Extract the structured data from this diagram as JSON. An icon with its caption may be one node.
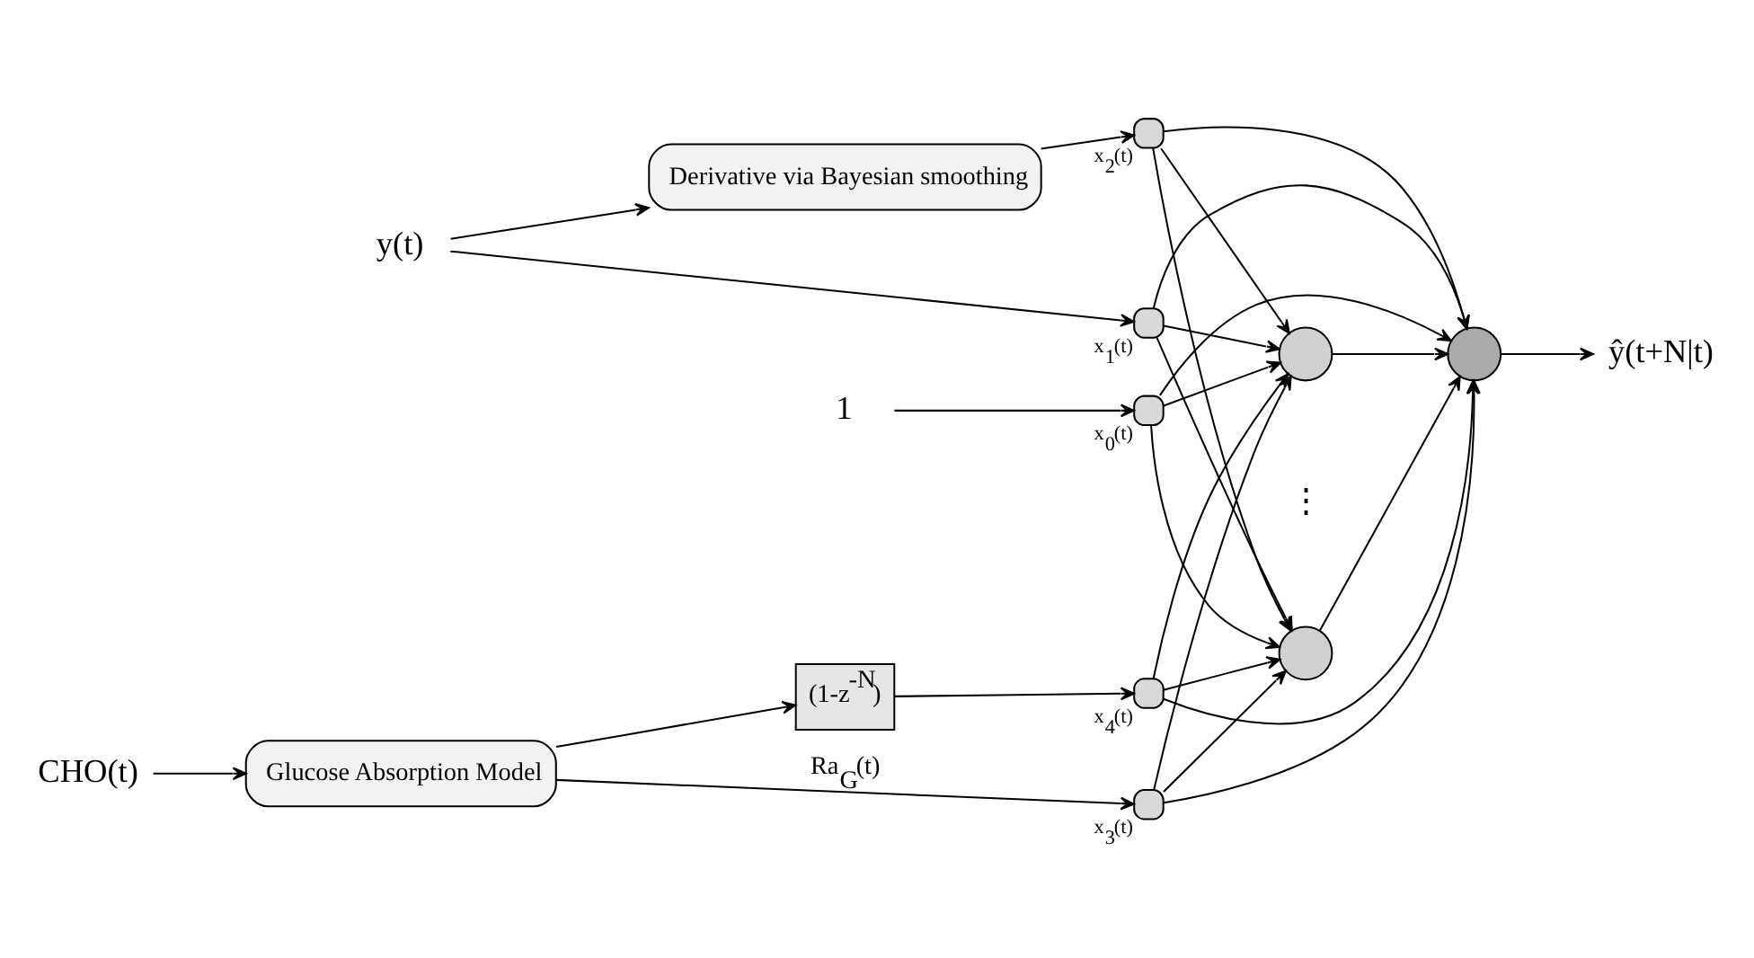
{
  "diagram": {
    "nodes": [
      {
        "text": [
          "1"
        ]
      },
      {
        "text": [
          "y(t)"
        ]
      },
      {
        "text": [
          "Derivative via Bayesian smoothing"
        ]
      },
      {
        "text": [
          "CHO(t)"
        ]
      },
      {
        "text": [
          "Glucose Absorption Model"
        ]
      },
      {
        "text": [
          "(1-z$^{-N}$)"
        ]
      },
      {
        "text": [],
        "shape": "box",
        "beside": [
          "x$_{0}$(t)"
        ]
      },
      {
        "text": [],
        "shape": "box",
        "beside": [
          "x$_{1}$(t)"
        ]
      },
      {
        "text": [],
        "shape": "box",
        "beside": [
          "x$_{2}$(t)"
        ]
      },
      {
        "text": [],
        "shape": "box",
        "beside": [
          "x$_{3}$(t)"
        ]
      },
      {
        "text": [],
        "shape": "box",
        "beside": [
          "x$_{4}$(t)"
        ]
      },
      {
        "text": [],
        "shape": "circle"
      },
      {
        "text": [],
        "shape": "circle"
      },
      {
        "text": [],
        "shape": "circle"
      },
      {
        "text": [
          "ŷ(t+N|t)"
        ]
      }
    ],
    "edges": [
      {
        "from": 0,
        "to": 6,
        "arrow": "to"
      },
      {
        "from": 1,
        "to": 7,
        "arrow": "to"
      },
      {
        "from": 1,
        "to": 2,
        "arrow": "to"
      },
      {
        "from": 2,
        "to": 8,
        "arrow": "to"
      },
      {
        "from": 3,
        "to": 4,
        "arrow": "to"
      },
      {
        "from": 4,
        "to": 9,
        "arrow": "to",
        "label": "Ra$_{G}$(t)"
      },
      {
        "from": 4,
        "to": 5,
        "arrow": "to"
      },
      {
        "from": 5,
        "to": 10,
        "arrow": "to"
      },
      {
        "from": 6,
        "to": 11,
        "arrow": "to"
      },
      {
        "from": 6,
        "to": 12,
        "arrow": "to"
      },
      {
        "from": 7,
        "to": 11,
        "arrow": "to"
      },
      {
        "from": 7,
        "to": 12,
        "arrow": "to"
      },
      {
        "from": 8,
        "to": 11,
        "arrow": "to"
      },
      {
        "from": 8,
        "to": 12,
        "arrow": "to"
      },
      {
        "from": 9,
        "to": 11,
        "arrow": "to"
      },
      {
        "from": 9,
        "to": 12,
        "arrow": "to"
      },
      {
        "from": 10,
        "to": 11,
        "arrow": "to"
      },
      {
        "from": 10,
        "to": 12,
        "arrow": "to"
      },
      {
        "from": 6,
        "to": 13,
        "arrow": "to"
      },
      {
        "from": 7,
        "to": 13,
        "arrow": "to"
      },
      {
        "from": 8,
        "to": 13,
        "arrow": "to"
      },
      {
        "from": 9,
        "to": 13,
        "arrow": "to"
      },
      {
        "from": 10,
        "to": 13,
        "arrow": "to"
      },
      {
        "from": 11,
        "to": 13,
        "arrow": "to"
      },
      {
        "from": 12,
        "to": 13,
        "arrow": "to"
      },
      {
        "from": 13,
        "to": 14,
        "arrow": "to"
      }
    ],
    "labels": [
      "⋮"
    ]
  }
}
